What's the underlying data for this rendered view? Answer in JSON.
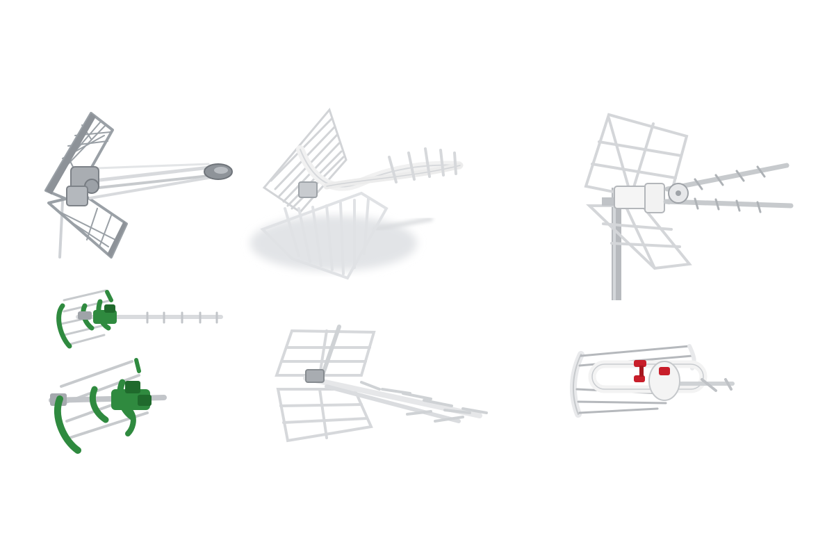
{
  "page": {
    "background": "#ffffff"
  },
  "palette": {
    "silver": "#c9ccd0",
    "silver_dark": "#8f949a",
    "white_part": "#f3f3f3",
    "outline": "#b9bcc1",
    "green": "#2f8a3f",
    "green_dark": "#1f6a2c",
    "red": "#c81e2a",
    "mast": "#b5b8bc"
  },
  "products": [
    {
      "name": "silver-gray-yagi-antenna",
      "color": "silver"
    },
    {
      "name": "white-grid-reflector-antenna",
      "color": "white"
    },
    {
      "name": "white-panel-reflector-antenna-on-mast",
      "color": "white"
    },
    {
      "name": "green-yagi-antenna-small",
      "color": "green"
    },
    {
      "name": "green-yagi-antenna-large",
      "color": "green"
    },
    {
      "name": "white-panel-yagi-antenna",
      "color": "white"
    },
    {
      "name": "white-compact-antenna-red-clips",
      "color": "white"
    }
  ]
}
